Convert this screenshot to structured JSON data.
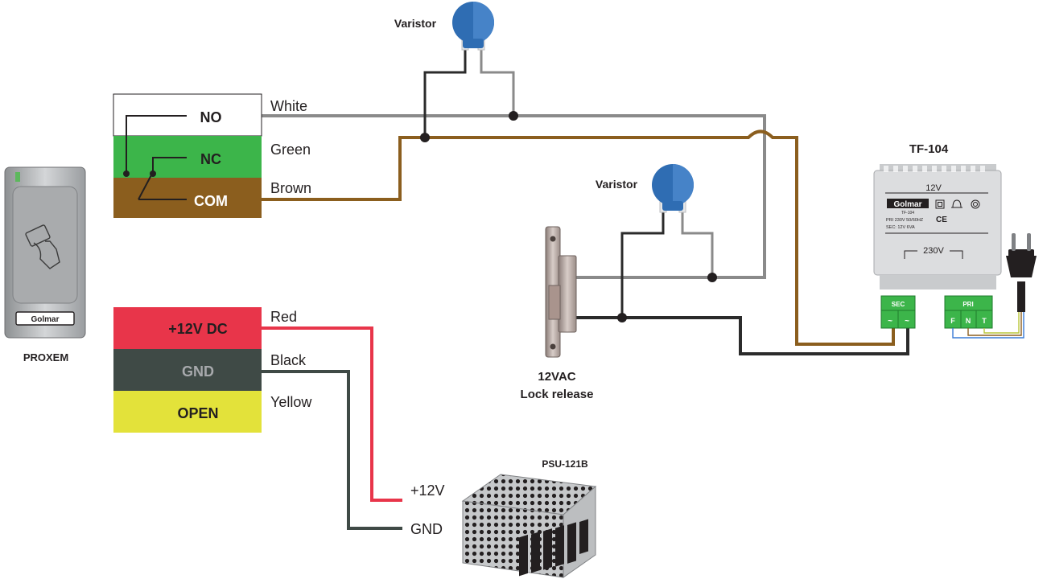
{
  "colors": {
    "white_wire": "#8a8a8a",
    "brown_wire": "#8b5e1e",
    "black_wire": "#2b2b2b",
    "red_wire": "#e8354a",
    "gnd_wire": "#3f4a46",
    "no_terminal": "#ffffff",
    "nc_terminal": "#3cb54a",
    "com_terminal": "#8b5e1e",
    "power_terminal": "#e8354a",
    "gnd_terminal": "#3f4a46",
    "open_terminal": "#e3e23a",
    "varistor": "#2f6db3",
    "terminal_block": "#3cb54a"
  },
  "reader": {
    "brand": "Golmar",
    "label": "PROXEM"
  },
  "relay_terminals": {
    "no": "NO",
    "nc": "NC",
    "com": "COM"
  },
  "relay_wires": {
    "white": "White",
    "green": "Green",
    "brown": "Brown"
  },
  "power_terminals": {
    "plus12": "+12V DC",
    "gnd": "GND",
    "open": "OPEN"
  },
  "power_wires": {
    "red": "Red",
    "black": "Black",
    "yellow": "Yellow"
  },
  "varistor_top": "Varistor",
  "varistor_lock": "Varistor",
  "lock": {
    "line1": "12VAC",
    "line2": "Lock release"
  },
  "transformer": {
    "model": "TF-104",
    "brand": "Golmar",
    "sub_model": "TF-104",
    "out_label": "12V",
    "in_label": "230V",
    "pri_spec": "PRI  230V 50/60HZ",
    "sec_spec": "SEC:  12V 6VA",
    "ce": "CE",
    "sec_block": "SEC",
    "sec_pin1": "~",
    "sec_pin2": "~",
    "pri_block": "PRI",
    "pri_f": "F",
    "pri_n": "N",
    "pri_t": "T"
  },
  "psu": {
    "model": "PSU-121B",
    "plus_label": "+12V",
    "gnd_label": "GND"
  }
}
